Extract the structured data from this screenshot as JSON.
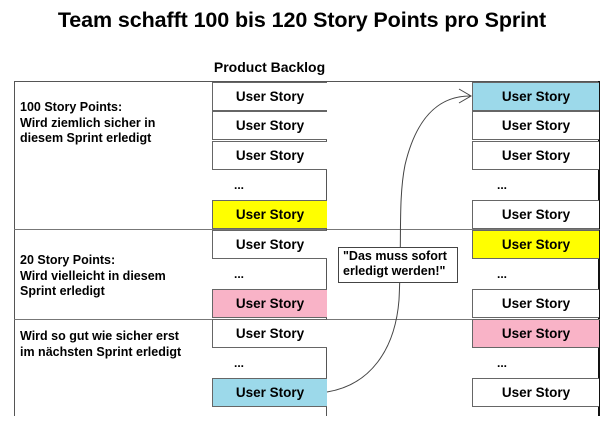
{
  "title": "Team schafft 100 bis 120 Story Points pro Sprint",
  "subtitle": "Product Backlog",
  "sections": [
    {
      "label_line1": "100 Story Points:",
      "label_line2": "Wird ziemlich sicher in",
      "label_line3": "diesem Sprint erledigt"
    },
    {
      "label_line1": "20 Story Points:",
      "label_line2": "Wird vielleicht in diesem",
      "label_line3": "Sprint erledigt"
    },
    {
      "label_line1": "Wird so gut wie sicher erst",
      "label_line2": "im nächsten Sprint erledigt"
    }
  ],
  "left_column": [
    {
      "text": "User Story",
      "color": "white"
    },
    {
      "text": "User Story",
      "color": "white"
    },
    {
      "text": "User Story",
      "color": "white"
    },
    {
      "text": "...",
      "color": "none"
    },
    {
      "text": "User Story",
      "color": "yellow"
    },
    {
      "text": "User Story",
      "color": "white"
    },
    {
      "text": "...",
      "color": "none"
    },
    {
      "text": "User Story",
      "color": "pink"
    },
    {
      "text": "User Story",
      "color": "white"
    },
    {
      "text": "...",
      "color": "none"
    },
    {
      "text": "User Story",
      "color": "blue"
    }
  ],
  "right_column": [
    {
      "text": "User Story",
      "color": "blue"
    },
    {
      "text": "User Story",
      "color": "white"
    },
    {
      "text": "User Story",
      "color": "white"
    },
    {
      "text": "...",
      "color": "none"
    },
    {
      "text": "User Story",
      "color": "white"
    },
    {
      "text": "User Story",
      "color": "yellow"
    },
    {
      "text": "...",
      "color": "none"
    },
    {
      "text": "User Story",
      "color": "white"
    },
    {
      "text": "User Story",
      "color": "pink"
    },
    {
      "text": "...",
      "color": "none"
    },
    {
      "text": "User Story",
      "color": "white"
    }
  ],
  "callout": {
    "line1": "\"Das muss sofort",
    "line2": "erledigt werden!\""
  },
  "colors": {
    "yellow": "#ffff00",
    "pink": "#f9b3c7",
    "blue": "#9cd9ea"
  }
}
